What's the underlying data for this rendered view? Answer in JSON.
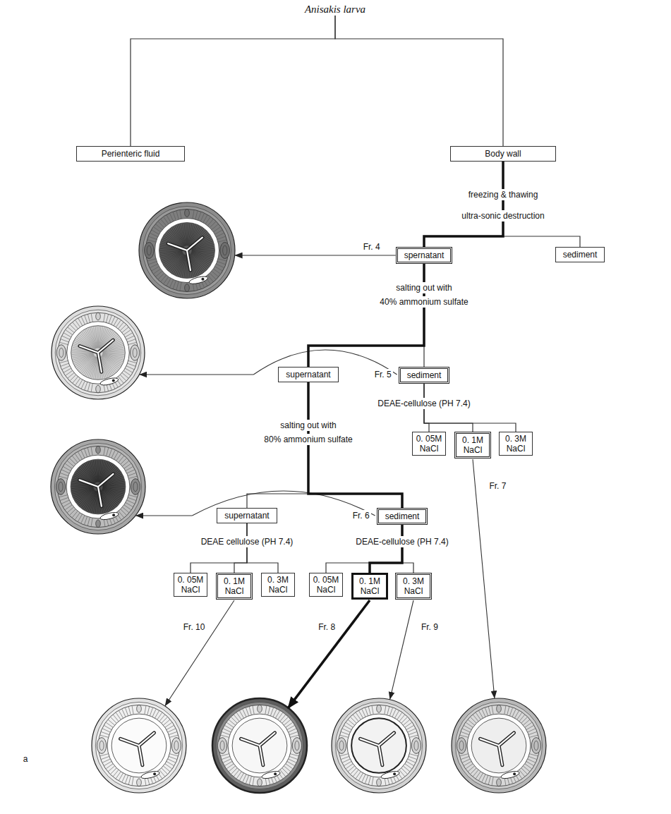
{
  "diagram": {
    "nodes": [
      {
        "text": [
          "Anisakis larva"
        ]
      },
      {
        "text": [
          "Perienteric fluid"
        ]
      },
      {
        "text": [
          "Body wall"
        ]
      },
      {
        "text": [
          "spernatant"
        ]
      },
      {
        "text": [
          "sediment"
        ]
      },
      {
        "text": [
          "supernatant"
        ]
      },
      {
        "text": [
          "sediment"
        ]
      },
      {
        "text": [
          "supernatant"
        ]
      },
      {
        "text": [
          "sediment"
        ]
      },
      {
        "text": [
          "0. 05M NaCl"
        ]
      },
      {
        "text": [
          "0. 1M NaCl"
        ]
      },
      {
        "text": [
          "0. 3M NaCl"
        ]
      },
      {
        "text": [
          "0. 05M NaCl"
        ]
      },
      {
        "text": [
          "0. 1M NaCl"
        ]
      },
      {
        "text": [
          "0. 3M NaCl"
        ]
      },
      {
        "text": [
          "0. 05M NaCl"
        ]
      },
      {
        "text": [
          "0. 1M NaCl"
        ]
      },
      {
        "text": [
          "0. 3M NaCl"
        ]
      }
    ],
    "edges": [
      {
        "from": 0,
        "to": 1,
        "arrow": "none"
      },
      {
        "from": 0,
        "to": 2,
        "arrow": "none"
      },
      {
        "from": 2,
        "to": 3,
        "arrow": "none"
      },
      {
        "from": 2,
        "to": 4,
        "arrow": "none"
      },
      {
        "from": 3,
        "to": 5,
        "arrow": "none"
      },
      {
        "from": 3,
        "to": 6,
        "arrow": "none"
      },
      {
        "from": 5,
        "to": 7,
        "arrow": "none"
      },
      {
        "from": 5,
        "to": 8,
        "arrow": "none"
      },
      {
        "from": 6,
        "to": 9,
        "arrow": "none"
      },
      {
        "from": 6,
        "to": 10,
        "arrow": "none"
      },
      {
        "from": 6,
        "to": 11,
        "arrow": "none"
      },
      {
        "from": 7,
        "to": 12,
        "arrow": "none"
      },
      {
        "from": 7,
        "to": 13,
        "arrow": "none"
      },
      {
        "from": 7,
        "to": 14,
        "arrow": "none"
      },
      {
        "from": 8,
        "to": 15,
        "arrow": "none"
      },
      {
        "from": 8,
        "to": 16,
        "arrow": "none"
      },
      {
        "from": 8,
        "to": 17,
        "arrow": "none"
      }
    ],
    "labels": [
      "freezing & thawing",
      "ultra-sonic destruction",
      "salting out with",
      "40% ammonium sulfate",
      "salting out with",
      "80% ammonium sulfate",
      "DEAE-cellulose (PH 7.4)",
      "DEAE cellulose (PH 7.4)",
      "DEAE-cellulose (PH 7.4)",
      "Fr. 4",
      "Fr. 5",
      "Fr. 6",
      "Fr. 7",
      "Fr. 8",
      "Fr. 9",
      "Fr. 10",
      "a"
    ]
  }
}
